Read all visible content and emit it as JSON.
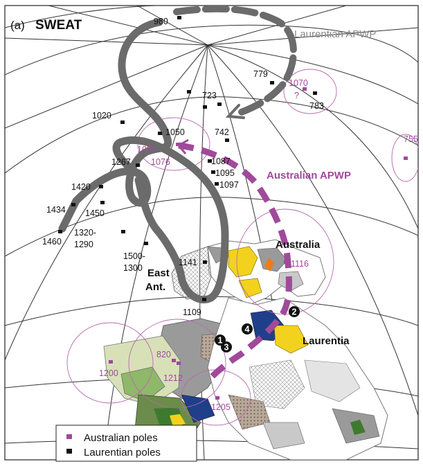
{
  "panel": {
    "letter": "(a)",
    "name": "SWEAT"
  },
  "paths": {
    "laurentian_label": "Laurentian APWP",
    "australian_label": "Australian APWP"
  },
  "continents": {
    "australia": "Australia",
    "east_ant_line1": "East",
    "east_ant_line2": "Ant.",
    "laurentia": "Laurentia"
  },
  "legend": {
    "australian": "Australian poles",
    "laurentian": "Laurentian poles"
  },
  "laurentian_poles": [
    "980",
    "779",
    "783",
    "723",
    "742",
    "1020",
    "1050",
    "1267",
    "1087",
    "1095",
    "1097",
    "1420",
    "1434",
    "1450",
    "1460",
    "1320-",
    "1290",
    "1500-",
    "1300",
    "1141",
    "1109"
  ],
  "australian_poles": [
    "1070",
    "?",
    "755",
    "1054",
    "1076",
    "1116",
    "1200",
    "820",
    "1212",
    "1205"
  ],
  "numbered_sites": [
    "1",
    "2",
    "3",
    "4"
  ],
  "colors": {
    "laurentian_path": "#6b6b6b",
    "australian_path": "#a04a9a",
    "laurentian_pole": "#111111",
    "australian_pole": "#a04a9a",
    "grid": "#333333",
    "yellow_terrane": "#f2d21c",
    "gray_terrane": "#9a9a9a",
    "green_terrane": "#3e7a2e"
  }
}
